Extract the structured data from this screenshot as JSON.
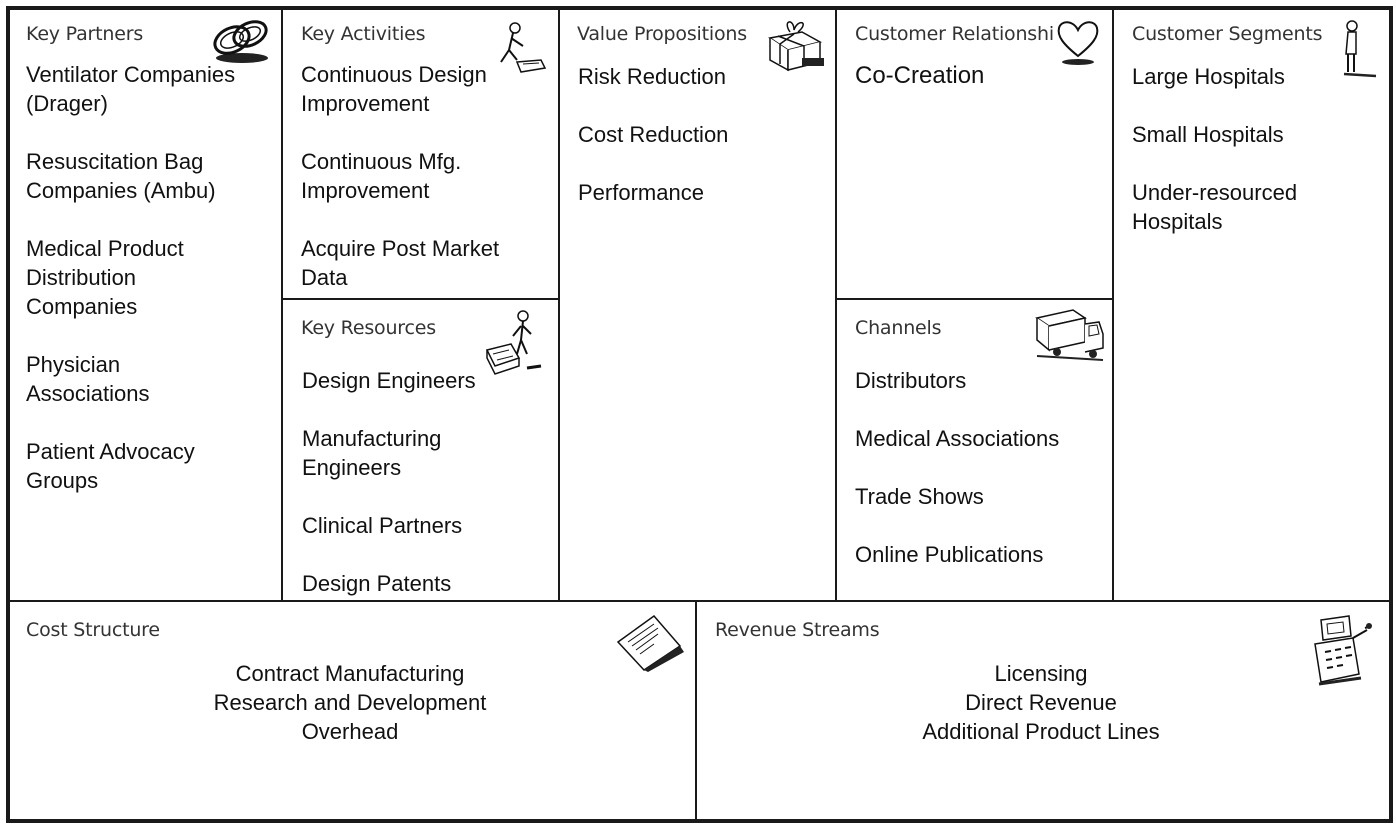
{
  "key_partners": {
    "title": "Key Partners",
    "icon": "chain-link-icon",
    "items": [
      "Ventilator Companies\n(Drager)",
      "Resuscitation Bag\nCompanies (Ambu)",
      "Medical Product\nDistribution\nCompanies",
      "Physician\nAssociations",
      "Patient Advocacy\nGroups"
    ]
  },
  "key_activities": {
    "title": "Key Activities",
    "icon": "worker-icon",
    "items": [
      "Continuous Design\nImprovement",
      "Continuous Mfg.\nImprovement",
      "Acquire Post Market\nData"
    ]
  },
  "key_resources": {
    "title": "Key Resources",
    "icon": "factory-worker-icon",
    "items": [
      "Design Engineers",
      "Manufacturing\nEngineers",
      "Clinical Partners",
      "Design Patents"
    ]
  },
  "value_propositions": {
    "title": "Value Propositions",
    "icon": "gift-icon",
    "items": [
      "Risk Reduction",
      "Cost Reduction",
      "Performance"
    ]
  },
  "customer_relationships": {
    "title": "Customer Relationships",
    "icon": "heart-icon",
    "items": [
      "Co-Creation"
    ]
  },
  "channels": {
    "title": "Channels",
    "icon": "truck-icon",
    "items": [
      "Distributors",
      "Medical Associations",
      "Trade Shows",
      "Online Publications"
    ]
  },
  "customer_segments": {
    "title": "Customer Segments",
    "icon": "person-icon",
    "items": [
      "Large Hospitals",
      "Small Hospitals",
      "Under-resourced\nHospitals"
    ]
  },
  "cost_structure": {
    "title": "Cost Structure",
    "icon": "receipt-icon",
    "items": [
      "Contract Manufacturing",
      "Research and Development",
      "Overhead"
    ]
  },
  "revenue_streams": {
    "title": "Revenue Streams",
    "icon": "cash-register-icon",
    "items": [
      "Licensing",
      "Direct Revenue",
      "Additional Product Lines"
    ]
  }
}
